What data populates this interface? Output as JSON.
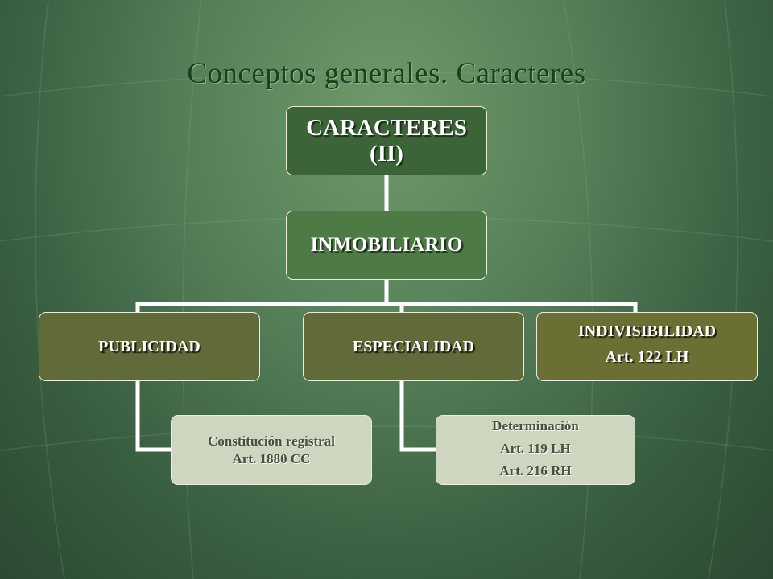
{
  "title": "Conceptos generales. Caracteres",
  "diagram": {
    "root": {
      "line1": "CARACTERES",
      "line2": "(II)"
    },
    "mid": {
      "label": "INMOBILIARIO"
    },
    "branches": [
      {
        "label": "PUBLICIDAD"
      },
      {
        "label": "ESPECIALIDAD"
      },
      {
        "label": "INDIVISIBILIDAD",
        "sub": "Art. 122 LH"
      }
    ],
    "leaves": [
      {
        "line1": "Constitución registral",
        "line2": "Art. 1880 CC"
      },
      {
        "line1": "Determinación",
        "line2": "Art. 119 LH",
        "line3": "Art. 216 RH"
      }
    ]
  }
}
